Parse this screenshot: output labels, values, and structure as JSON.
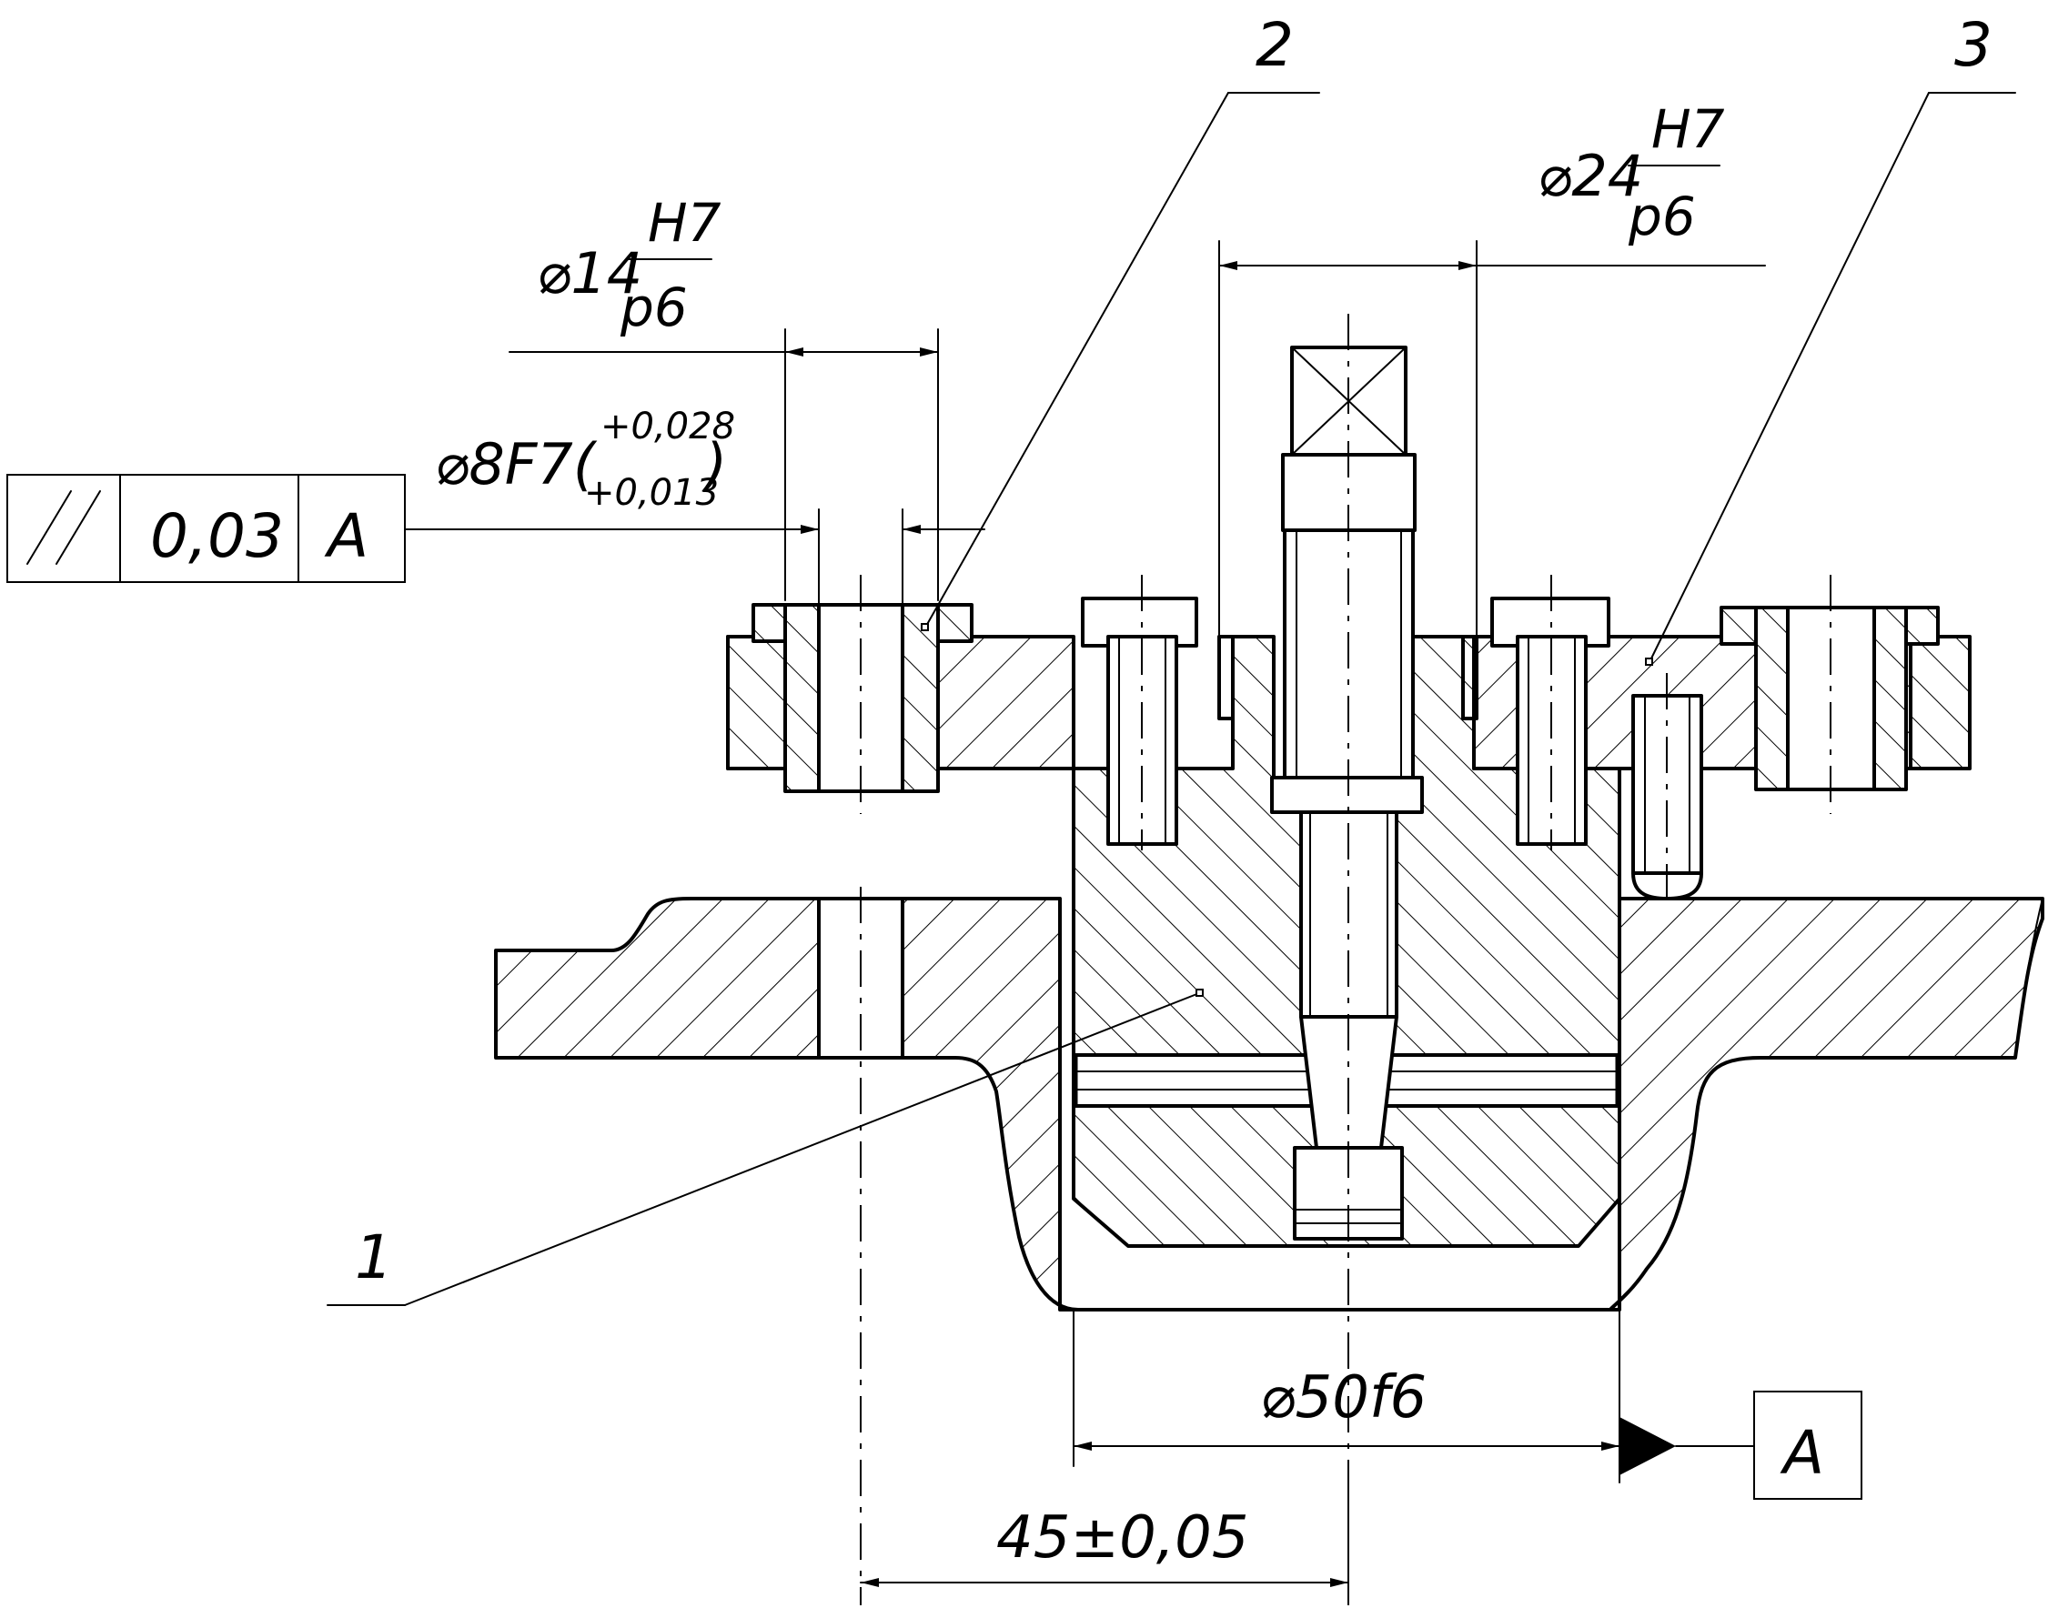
{
  "feature_control_frame": {
    "symbol": "//",
    "tolerance": "0,03",
    "datum": "A"
  },
  "dimensions": {
    "d14": {
      "prefix": "⌀14",
      "numerator": "H7",
      "denominator": "p6"
    },
    "d24": {
      "prefix": "⌀24",
      "numerator": "H7",
      "denominator": "p6"
    },
    "d8": {
      "main": "⌀8F7(",
      "upper": "+0,028",
      "lower": "+0,013",
      "close": ")"
    },
    "d50": "⌀50f6",
    "dist45": "45±0,05"
  },
  "datum_label": "A",
  "callouts": {
    "c1": "1",
    "c2": "2",
    "c3": "3"
  }
}
